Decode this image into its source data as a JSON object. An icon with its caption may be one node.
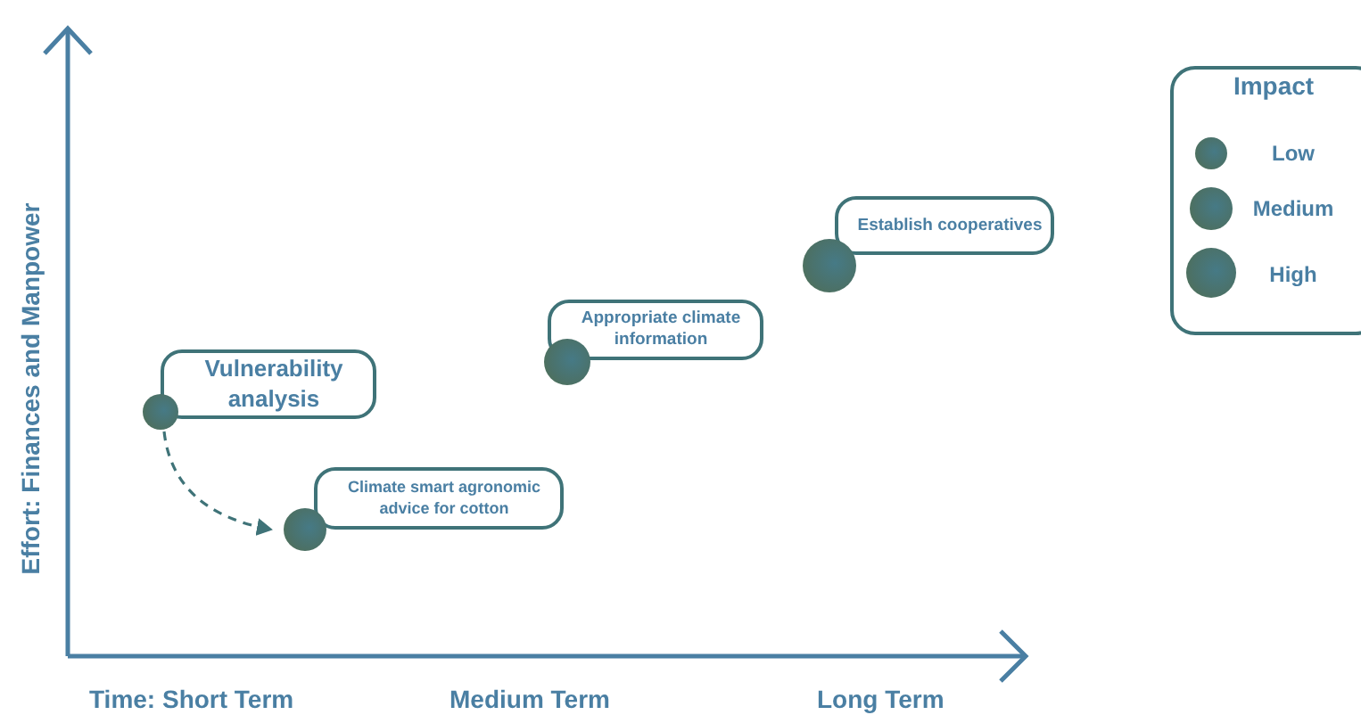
{
  "diagram": {
    "nodes": [
      {
        "text": [
          "Vulnerability analysis"
        ]
      },
      {
        "text": [],
        "shape": "circle"
      },
      {
        "text": [
          "Climate smart agronomic advice for cotton"
        ]
      },
      {
        "text": [],
        "shape": "circle"
      },
      {
        "text": [
          "Appropriate climate information"
        ]
      },
      {
        "text": [],
        "shape": "circle"
      },
      {
        "text": [
          "Establish cooperatives"
        ]
      },
      {
        "text": [],
        "shape": "circle"
      }
    ],
    "edges": [
      {
        "from": 1,
        "to": 3,
        "arrow": "to",
        "style": "dashed"
      }
    ],
    "labels": [
      "Impact",
      "Effort: Finances and Manpower",
      "Time: Short Term",
      "Medium Term",
      "Long Term"
    ],
    "legend": [
      {
        "text": "Low"
      },
      {
        "text": "Medium"
      },
      {
        "text": "High"
      }
    ]
  }
}
